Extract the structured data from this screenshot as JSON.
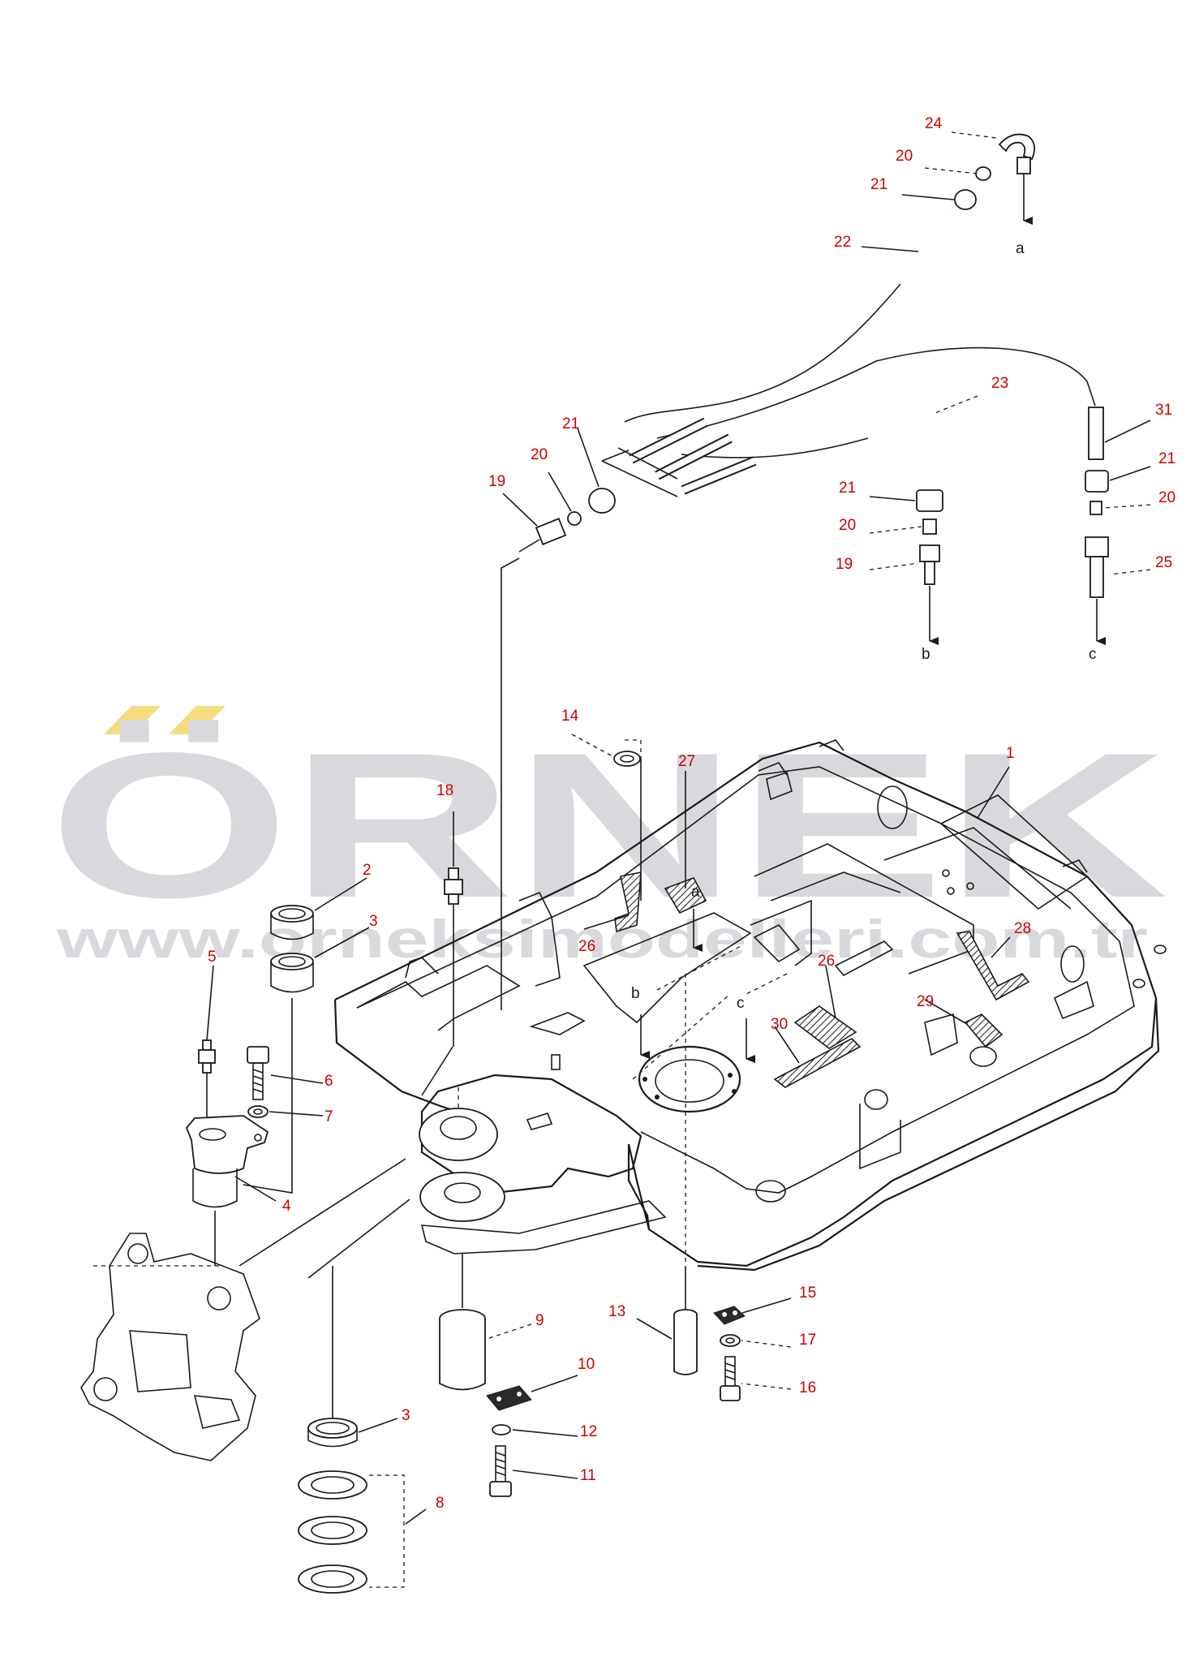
{
  "watermark": {
    "brand": "ÖRNEK",
    "url": "www.orneksimodelleri.com.tr",
    "brand_color": "#d9d8dd",
    "accent_color": "#f6dc7e"
  },
  "colors": {
    "line": "#1a1a1a",
    "callout": "#cc0000"
  },
  "callouts": [
    {
      "id": "c24",
      "text": "24"
    },
    {
      "id": "c20a",
      "text": "20"
    },
    {
      "id": "c21a",
      "text": "21"
    },
    {
      "id": "c22",
      "text": "22"
    },
    {
      "id": "c23",
      "text": "23"
    },
    {
      "id": "c31",
      "text": "31"
    },
    {
      "id": "c21b",
      "text": "21"
    },
    {
      "id": "c20b",
      "text": "20"
    },
    {
      "id": "c19a",
      "text": "19"
    },
    {
      "id": "c21c",
      "text": "21"
    },
    {
      "id": "c20c",
      "text": "20"
    },
    {
      "id": "c19b",
      "text": "19"
    },
    {
      "id": "c21d",
      "text": "21"
    },
    {
      "id": "c20d",
      "text": "20"
    },
    {
      "id": "c25",
      "text": "25"
    },
    {
      "id": "c14",
      "text": "14"
    },
    {
      "id": "c27",
      "text": "27"
    },
    {
      "id": "c1",
      "text": "1"
    },
    {
      "id": "c18",
      "text": "18"
    },
    {
      "id": "c2",
      "text": "2"
    },
    {
      "id": "c3a",
      "text": "3"
    },
    {
      "id": "c5",
      "text": "5"
    },
    {
      "id": "c26a",
      "text": "26"
    },
    {
      "id": "c28",
      "text": "28"
    },
    {
      "id": "c26b",
      "text": "26"
    },
    {
      "id": "c29",
      "text": "29"
    },
    {
      "id": "c30",
      "text": "30"
    },
    {
      "id": "c6",
      "text": "6"
    },
    {
      "id": "c7",
      "text": "7"
    },
    {
      "id": "c4",
      "text": "4"
    },
    {
      "id": "c15",
      "text": "15"
    },
    {
      "id": "c17",
      "text": "17"
    },
    {
      "id": "c16",
      "text": "16"
    },
    {
      "id": "c13",
      "text": "13"
    },
    {
      "id": "c9",
      "text": "9"
    },
    {
      "id": "c10",
      "text": "10"
    },
    {
      "id": "c12",
      "text": "12"
    },
    {
      "id": "c11",
      "text": "11"
    },
    {
      "id": "c3b",
      "text": "3"
    },
    {
      "id": "c8",
      "text": "8"
    }
  ],
  "arrow_labels": {
    "a_top": "a",
    "b_top": "b",
    "c_top": "c",
    "a_frame": "a",
    "b_frame": "b",
    "c_frame": "c"
  }
}
